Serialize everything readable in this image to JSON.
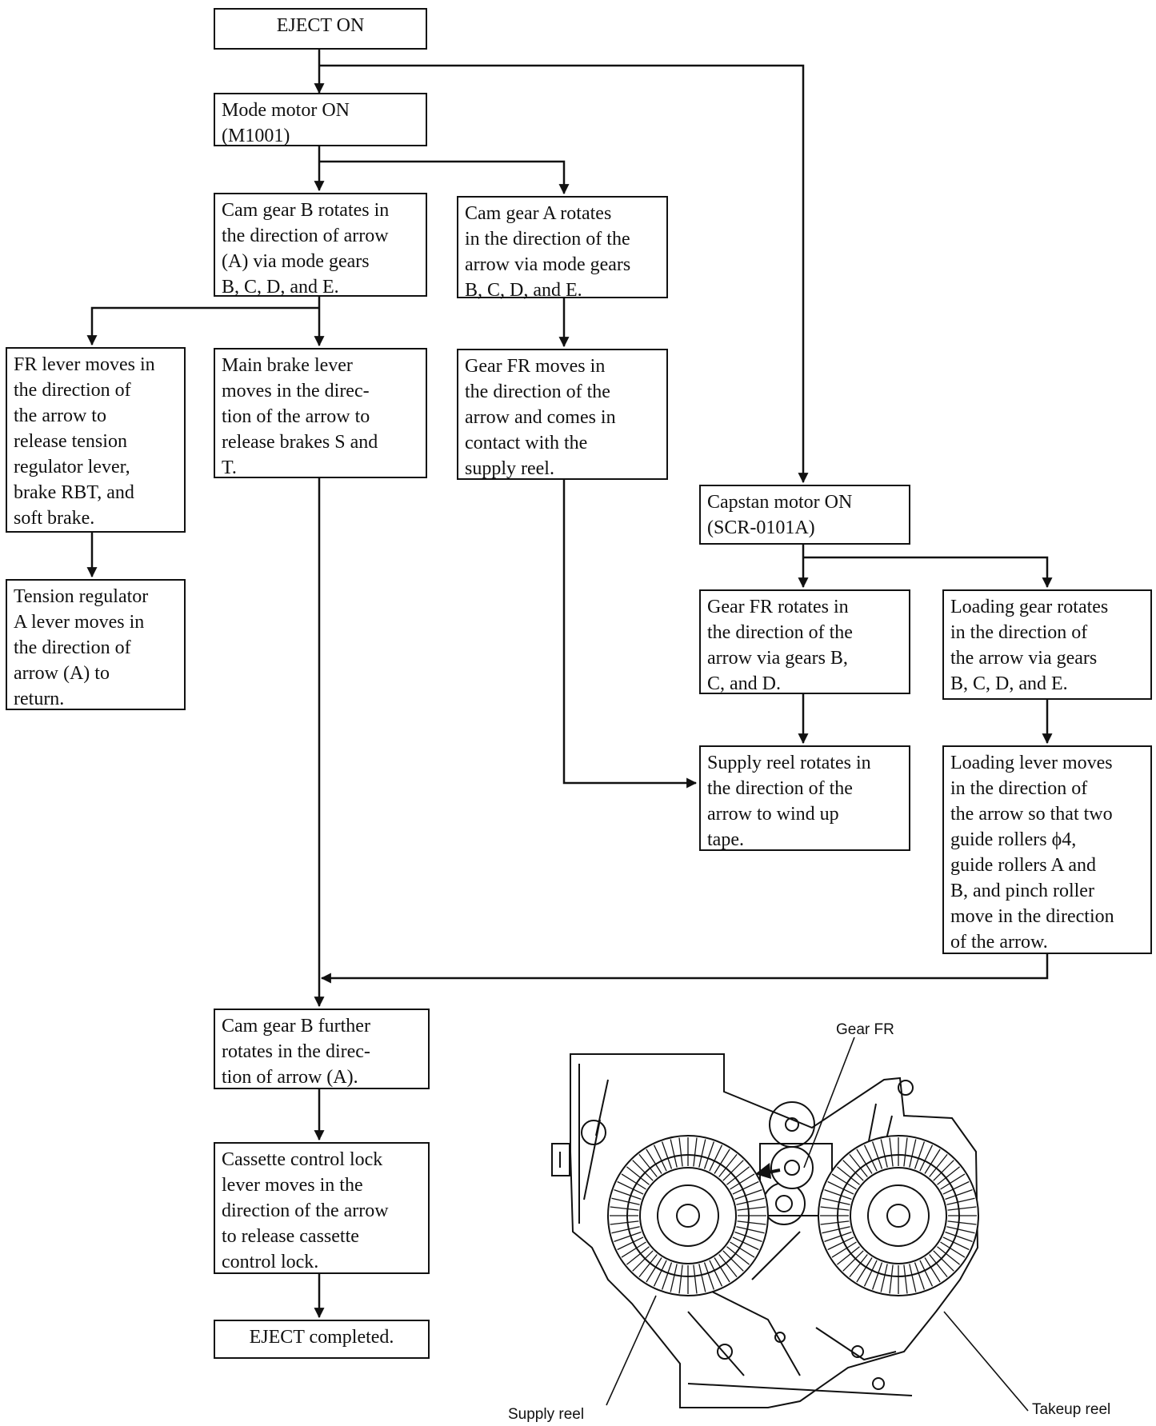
{
  "flowchart": {
    "eject_on": "EJECT ON",
    "mode_motor": "Mode motor ON\n(M1001)",
    "cam_gear_b": "Cam gear B rotates in\nthe direction of arrow\n(A) via mode gears\nB, C, D, and E.",
    "cam_gear_a": "Cam gear A rotates\nin the direction of the\narrow via mode gears\nB, C, D, and E.",
    "fr_lever": "FR lever moves in\nthe direction of\nthe arrow to\nrelease tension\nregulator lever,\nbrake RBT, and\nsoft brake.",
    "main_brake": "Main brake lever\nmoves in the direc-\ntion of the arrow to\nrelease brakes S and\nT.",
    "gear_fr_moves": "Gear FR moves in\nthe direction of the\narrow and comes in\ncontact with the\nsupply reel.",
    "tension_reg": "Tension regulator\nA lever moves in\nthe direction of\narrow (A) to\nreturn.",
    "capstan": "Capstan motor ON\n(SCR-0101A)",
    "gear_fr_rotates": "Gear FR rotates in\nthe direction of the\narrow via gears B,\nC, and D.",
    "loading_gear": "Loading gear rotates\nin the direction of\nthe arrow via gears\nB, C, D, and E.",
    "supply_reel_rotates": "Supply reel rotates in\nthe direction of the\narrow to wind up\ntape.",
    "loading_lever": "Loading lever moves\nin the direction of\nthe arrow so that two\nguide rollers ϕ4,\nguide rollers A and\nB, and pinch roller\nmove in the direction\nof the arrow.",
    "cam_gear_b_further": "Cam gear B further\nrotates in the direc-\ntion of arrow (A).",
    "cassette_lock": "Cassette control lock\nlever moves in the\ndirection of the arrow\nto release cassette\ncontrol lock.",
    "eject_completed": "EJECT completed."
  },
  "illustration": {
    "gear_fr_label": "Gear FR",
    "supply_reel_label": "Supply reel",
    "takeup_reel_label": "Takeup reel"
  }
}
